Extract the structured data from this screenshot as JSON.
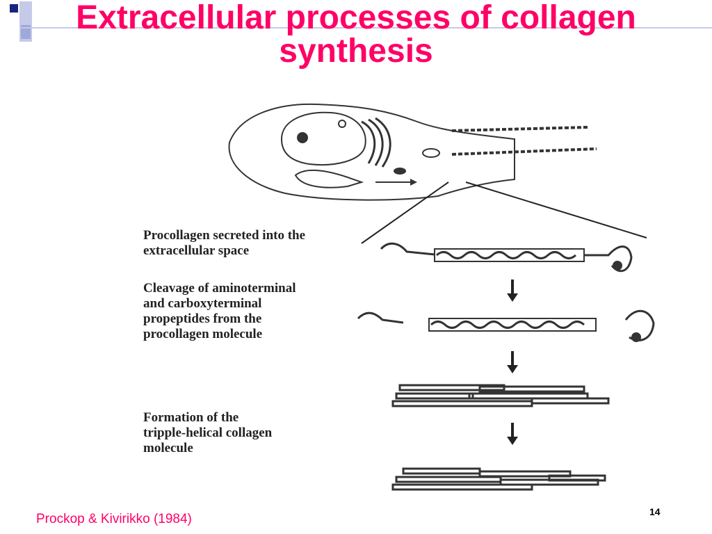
{
  "slide": {
    "title_line1": "Extracellular processes of collagen",
    "title_line2": "synthesis",
    "citation": "Prockop & Kivirikko (1984)",
    "page_number": "14"
  },
  "steps": [
    {
      "label": "Procollagen secreted into the\nextracellular space"
    },
    {
      "label": "Cleavage of aminoterminal\nand carboxyterminal\npropeptides from the\nprocollagen molecule"
    },
    {
      "label": "Formation of the\ntripple-helical collagen\nmolecule"
    }
  ],
  "colors": {
    "title": "#ff0066",
    "accent_square": "#1a237e",
    "lavender": "#9fa8da",
    "ink": "#222222"
  }
}
